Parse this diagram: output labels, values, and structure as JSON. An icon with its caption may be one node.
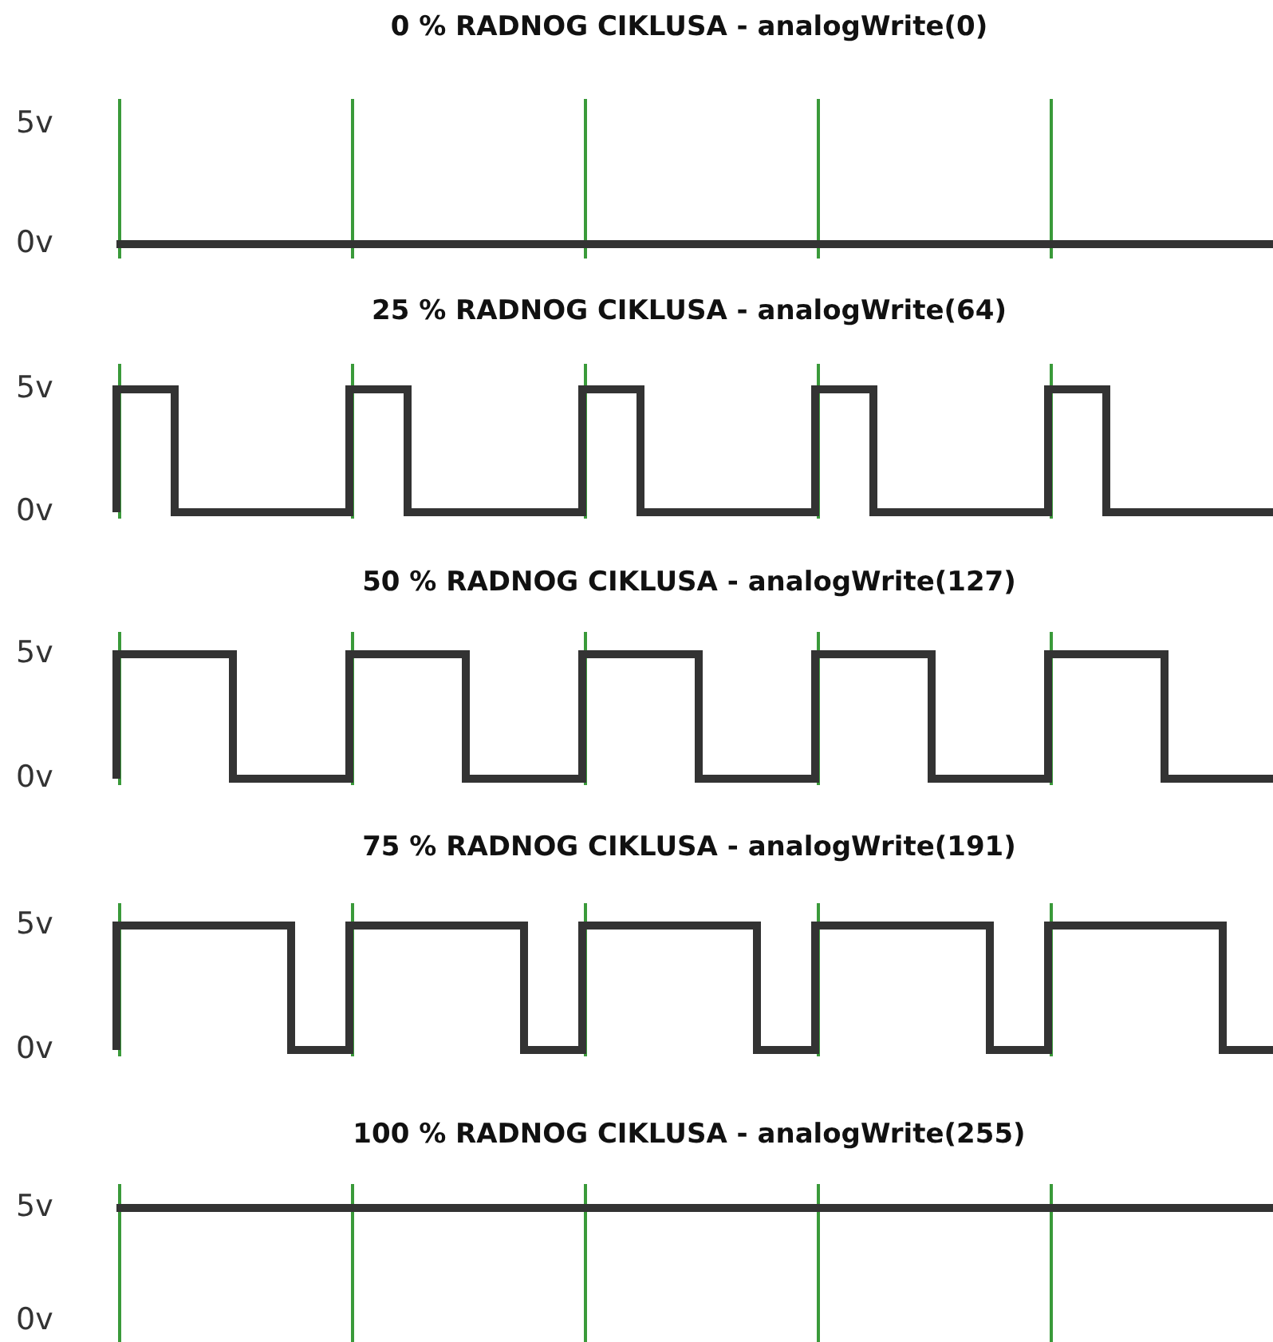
{
  "diagram": {
    "labels": [
      "0 % RADNOG CIKLUSA - analogWrite(0)",
      "5v",
      "0v",
      "25 % RADNOG CIKLUSA - analogWrite(64)",
      "5v",
      "0v",
      "50 % RADNOG CIKLUSA - analogWrite(127)",
      "5v",
      "0v",
      "75 % RADNOG CIKLUSA - analogWrite(191)",
      "5v",
      "0v",
      "100 % RADNOG CIKLUSA - analogWrite(255)",
      "5v",
      "0v"
    ]
  }
}
